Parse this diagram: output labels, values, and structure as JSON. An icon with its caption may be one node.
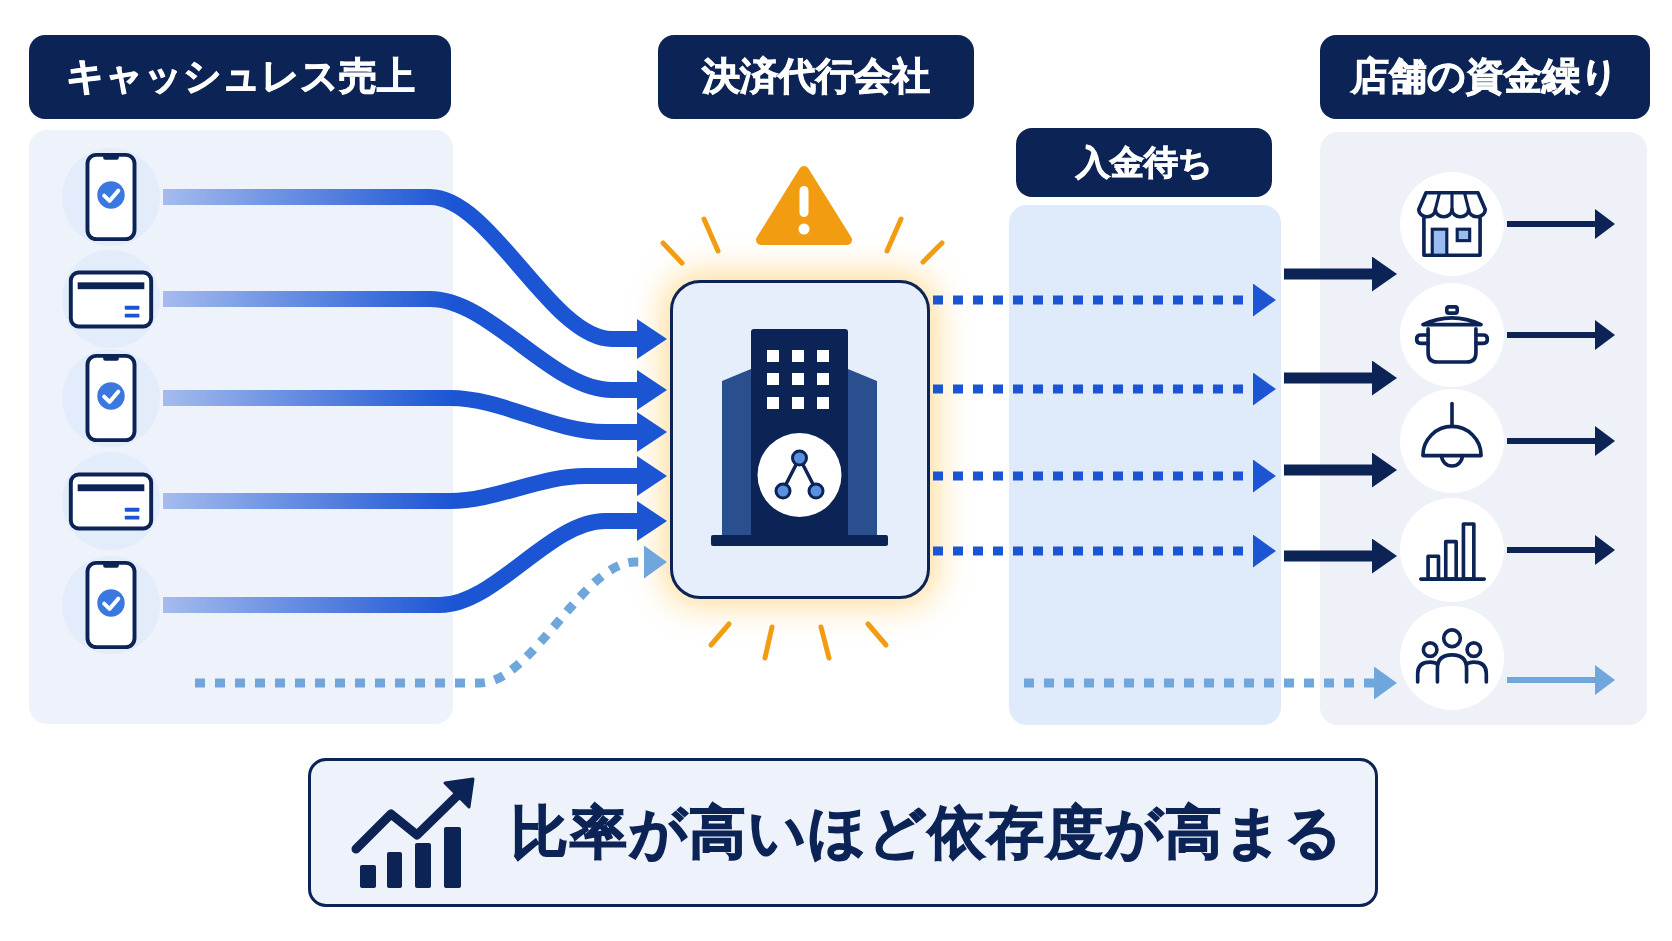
{
  "diagram": {
    "nodes": [
      {
        "text": [
          "キャッシュレス売上"
        ]
      },
      {
        "text": [],
        "shape": "box"
      },
      {
        "text": [],
        "shape": "picture",
        "in": 1
      },
      {
        "text": [],
        "shape": "picture",
        "in": 1
      },
      {
        "text": [],
        "shape": "picture",
        "in": 1
      },
      {
        "text": [],
        "shape": "picture",
        "in": 1
      },
      {
        "text": [],
        "shape": "picture",
        "in": 1
      },
      {
        "text": [
          "決済代行会社"
        ]
      },
      {
        "text": [],
        "shape": "box"
      },
      {
        "text": [
          "入金待ち"
        ]
      },
      {
        "text": [],
        "shape": "box"
      },
      {
        "text": [
          "店舗の資金繰り"
        ]
      },
      {
        "text": [],
        "shape": "box"
      },
      {
        "text": [],
        "shape": "picture",
        "in": 12
      },
      {
        "text": [],
        "shape": "picture",
        "in": 12
      },
      {
        "text": [],
        "shape": "picture",
        "in": 12
      },
      {
        "text": [],
        "shape": "picture",
        "in": 12
      },
      {
        "text": [],
        "shape": "picture",
        "in": 12
      },
      {
        "text": [
          "比率が高いほど依存度が高まる"
        ]
      }
    ],
    "edges": [
      {
        "from": 2,
        "to": 8,
        "arrow": "to",
        "style": "thick",
        "color": "#1b55d4"
      },
      {
        "from": 3,
        "to": 8,
        "arrow": "to",
        "style": "thick",
        "color": "#1b55d4"
      },
      {
        "from": 4,
        "to": 8,
        "arrow": "to",
        "style": "thick",
        "color": "#1b55d4"
      },
      {
        "from": 5,
        "to": 8,
        "arrow": "to",
        "style": "thick",
        "color": "#1b55d4"
      },
      {
        "from": 6,
        "to": 8,
        "arrow": "to",
        "style": "thick",
        "color": "#1b55d4"
      },
      {
        "from": null,
        "to": 8,
        "arrow": "to",
        "style": "dashed",
        "color": "#6fa6dc"
      },
      {
        "from": 8,
        "to": 10,
        "arrow": "to",
        "style": "dashed",
        "color": "#1b55d4"
      },
      {
        "from": 8,
        "to": 10,
        "arrow": "to",
        "style": "dashed",
        "color": "#1b55d4"
      },
      {
        "from": 8,
        "to": 10,
        "arrow": "to",
        "style": "dashed",
        "color": "#1b55d4"
      },
      {
        "from": 8,
        "to": 10,
        "arrow": "to",
        "style": "dashed",
        "color": "#1b55d4"
      },
      {
        "from": 10,
        "to": 13,
        "arrow": "to"
      },
      {
        "from": 10,
        "to": 14,
        "arrow": "to"
      },
      {
        "from": 10,
        "to": 15,
        "arrow": "to"
      },
      {
        "from": 10,
        "to": 16,
        "arrow": "to"
      },
      {
        "from": 13,
        "to": null,
        "arrow": "to"
      },
      {
        "from": 14,
        "to": null,
        "arrow": "to"
      },
      {
        "from": 15,
        "to": null,
        "arrow": "to"
      },
      {
        "from": 16,
        "to": null,
        "arrow": "to"
      },
      {
        "from": 17,
        "to": null,
        "arrow": "to",
        "color": "#6fa6dc"
      },
      {
        "from": 10,
        "to": 17,
        "arrow": "to",
        "style": "dashed",
        "color": "#6fa6dc"
      }
    ]
  }
}
